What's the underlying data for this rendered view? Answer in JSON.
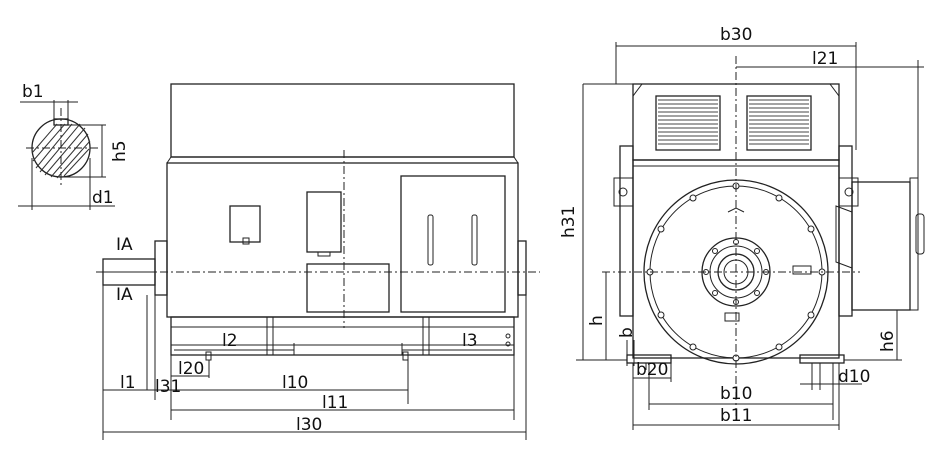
{
  "labels": {
    "b1": "b1",
    "h5": "h5",
    "d1": "d1",
    "IA_top": "IA",
    "IA_bottom": "IA",
    "l2": "l2",
    "l3": "l3",
    "l20": "l20",
    "l1": "l1",
    "l31": "l31",
    "l10": "l10",
    "l11": "l11",
    "l30": "l30",
    "b30": "b30",
    "l21": "l21",
    "h31": "h31",
    "h": "h",
    "b": "b",
    "b20": "b20",
    "h6": "h6",
    "d10": "d10",
    "b10": "b10",
    "b11": "b11"
  }
}
